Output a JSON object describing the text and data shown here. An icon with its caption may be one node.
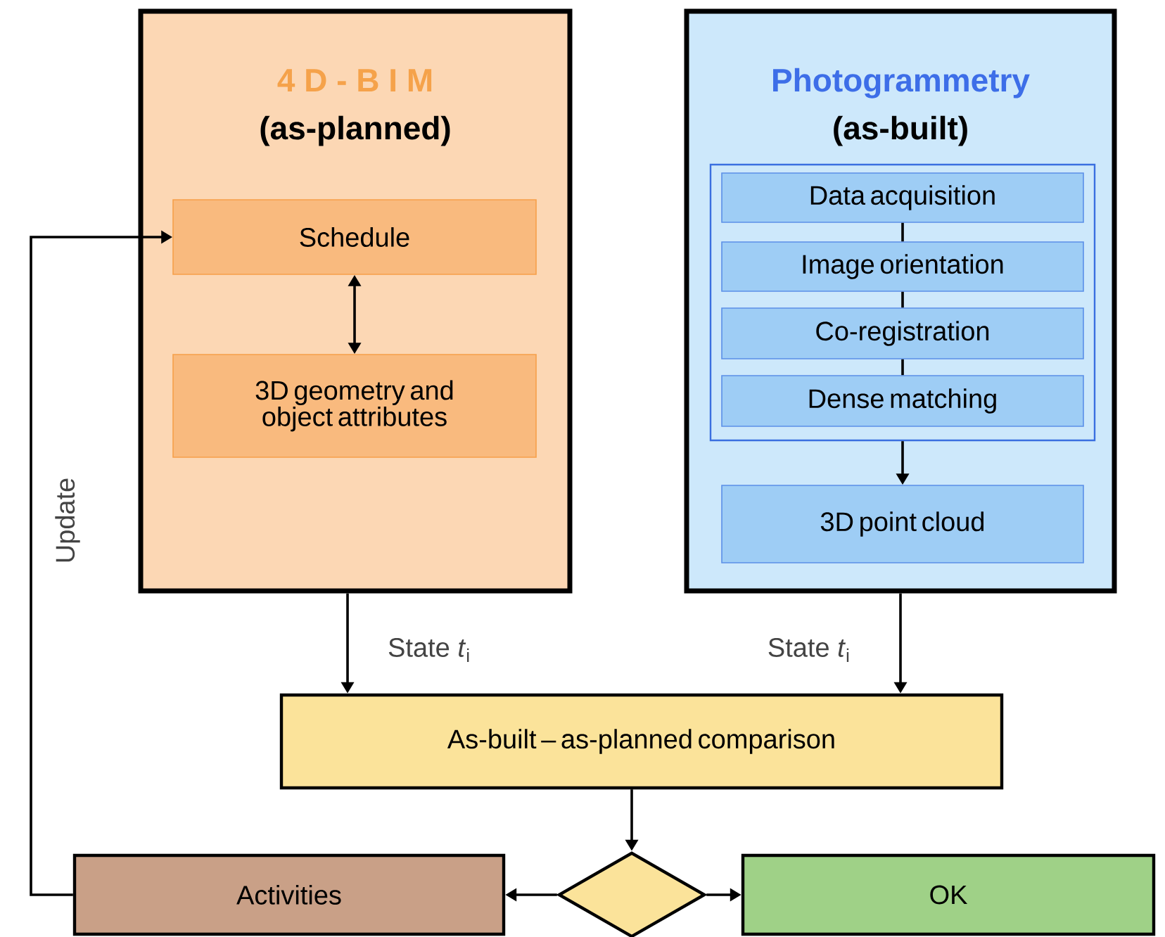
{
  "diagram": {
    "nodes": [
      {
        "text": [
          "4 D - B I M",
          "(as-planned)"
        ]
      },
      {
        "text": [
          "Schedule"
        ],
        "in": 0
      },
      {
        "text": [
          "3D geometry and object attributes"
        ],
        "in": 0
      },
      {
        "text": [
          "Photogrammetry",
          "(as-built)"
        ]
      },
      {
        "text": [],
        "shape": "box",
        "in": 3
      },
      {
        "text": [
          "Data acquisition"
        ],
        "in": 4
      },
      {
        "text": [
          "Image orientation"
        ],
        "in": 4
      },
      {
        "text": [
          "Co-registration"
        ],
        "in": 4
      },
      {
        "text": [
          "Dense matching"
        ],
        "in": 4
      },
      {
        "text": [
          "3D point cloud"
        ],
        "in": 3
      },
      {
        "text": [
          "As-built – as-planned comparison"
        ]
      },
      {
        "text": [
          "Activities"
        ]
      },
      {
        "text": [],
        "shape": "diamond"
      },
      {
        "text": [
          "OK"
        ]
      }
    ],
    "edges": [
      {
        "from": 1,
        "to": 2,
        "arrow": "both"
      },
      {
        "from": 5,
        "to": 6,
        "arrow": "none"
      },
      {
        "from": 6,
        "to": 7,
        "arrow": "none"
      },
      {
        "from": 7,
        "to": 8,
        "arrow": "none"
      },
      {
        "from": 4,
        "to": 9,
        "arrow": "to"
      },
      {
        "from": 0,
        "to": 10,
        "arrow": "to",
        "label": "State *t*$_{i}$"
      },
      {
        "from": 3,
        "to": 10,
        "arrow": "to",
        "label": "State *t*$_{i}$"
      },
      {
        "from": 10,
        "to": 12,
        "arrow": "to"
      },
      {
        "from": 12,
        "to": 11,
        "arrow": "to"
      },
      {
        "from": 12,
        "to": 13,
        "arrow": "to"
      },
      {
        "from": 11,
        "to": 1,
        "arrow": "to",
        "label": "Update"
      }
    ]
  }
}
